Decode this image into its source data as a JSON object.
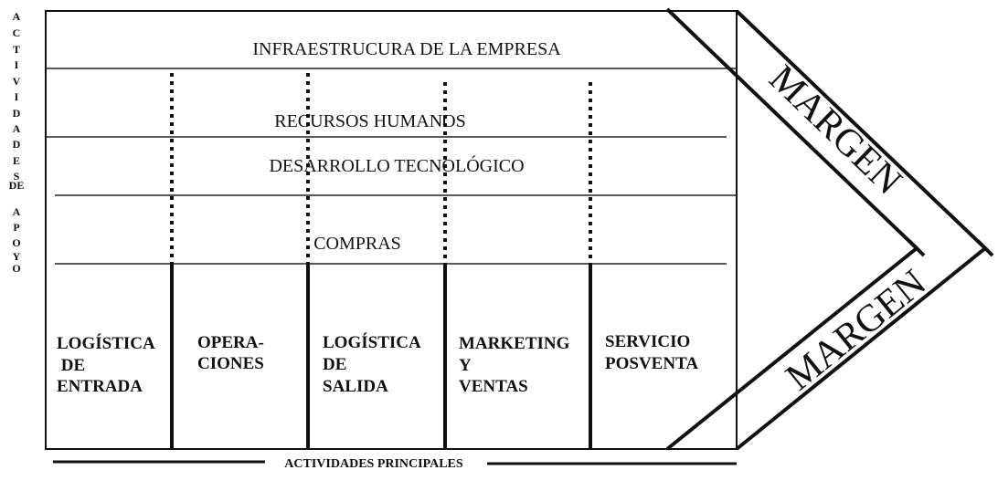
{
  "side_label": {
    "letters": [
      "A",
      "C",
      "T",
      "I",
      "V",
      "I",
      "D",
      "A",
      "D",
      "E",
      "S",
      "DE",
      "A",
      "P",
      "O",
      "Y",
      "O"
    ]
  },
  "support_activities": {
    "infrastructure": "INFRAESTRUCURA DE LA EMPRESA",
    "hr": "RECURSOS HUMANOS",
    "tech": "DESARROLLO TECNOLÓGICO",
    "procurement": "COMPRAS"
  },
  "primary_activities": [
    {
      "lines": [
        "LOGÍSTICA",
        " DE",
        "ENTRADA"
      ]
    },
    {
      "lines": [
        "OPERA-",
        "CIONES"
      ]
    },
    {
      "lines": [
        "LOGÍSTICA",
        "DE",
        "SALIDA"
      ]
    },
    {
      "lines": [
        "MARKETING",
        "Y",
        "VENTAS"
      ]
    },
    {
      "lines": [
        "SERVICIO",
        "POSVENTA"
      ]
    }
  ],
  "bottom_label": "ACTIVIDADES PRINCIPALES",
  "margin_labels": [
    "MARGEN",
    "MARGEN"
  ]
}
